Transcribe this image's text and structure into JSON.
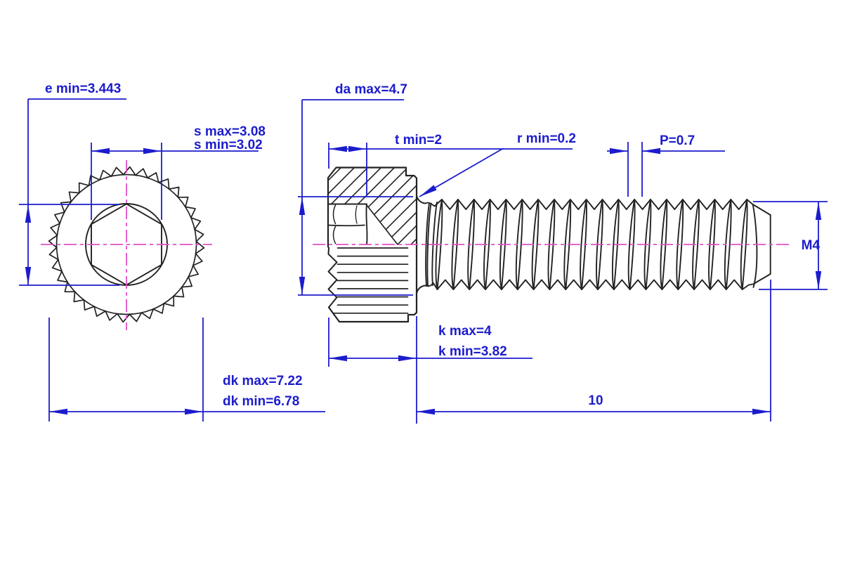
{
  "colors": {
    "dimension": "#1c1ccd",
    "centerline": "#e050c8",
    "outline": "#222222"
  },
  "dimensions": {
    "e_min": "e min=3.443",
    "s_max": "s max=3.08",
    "s_min": "s min=3.02",
    "da_max": "da max=4.7",
    "t_min": "t min=2",
    "r_min": "r min=0.2",
    "pitch": "P=0.7",
    "thread": "M4",
    "k_max": "k max=4",
    "k_min": "k min=3.82",
    "dk_max": "dk max=7.22",
    "dk_min": "dk min=6.78",
    "length": "10"
  }
}
